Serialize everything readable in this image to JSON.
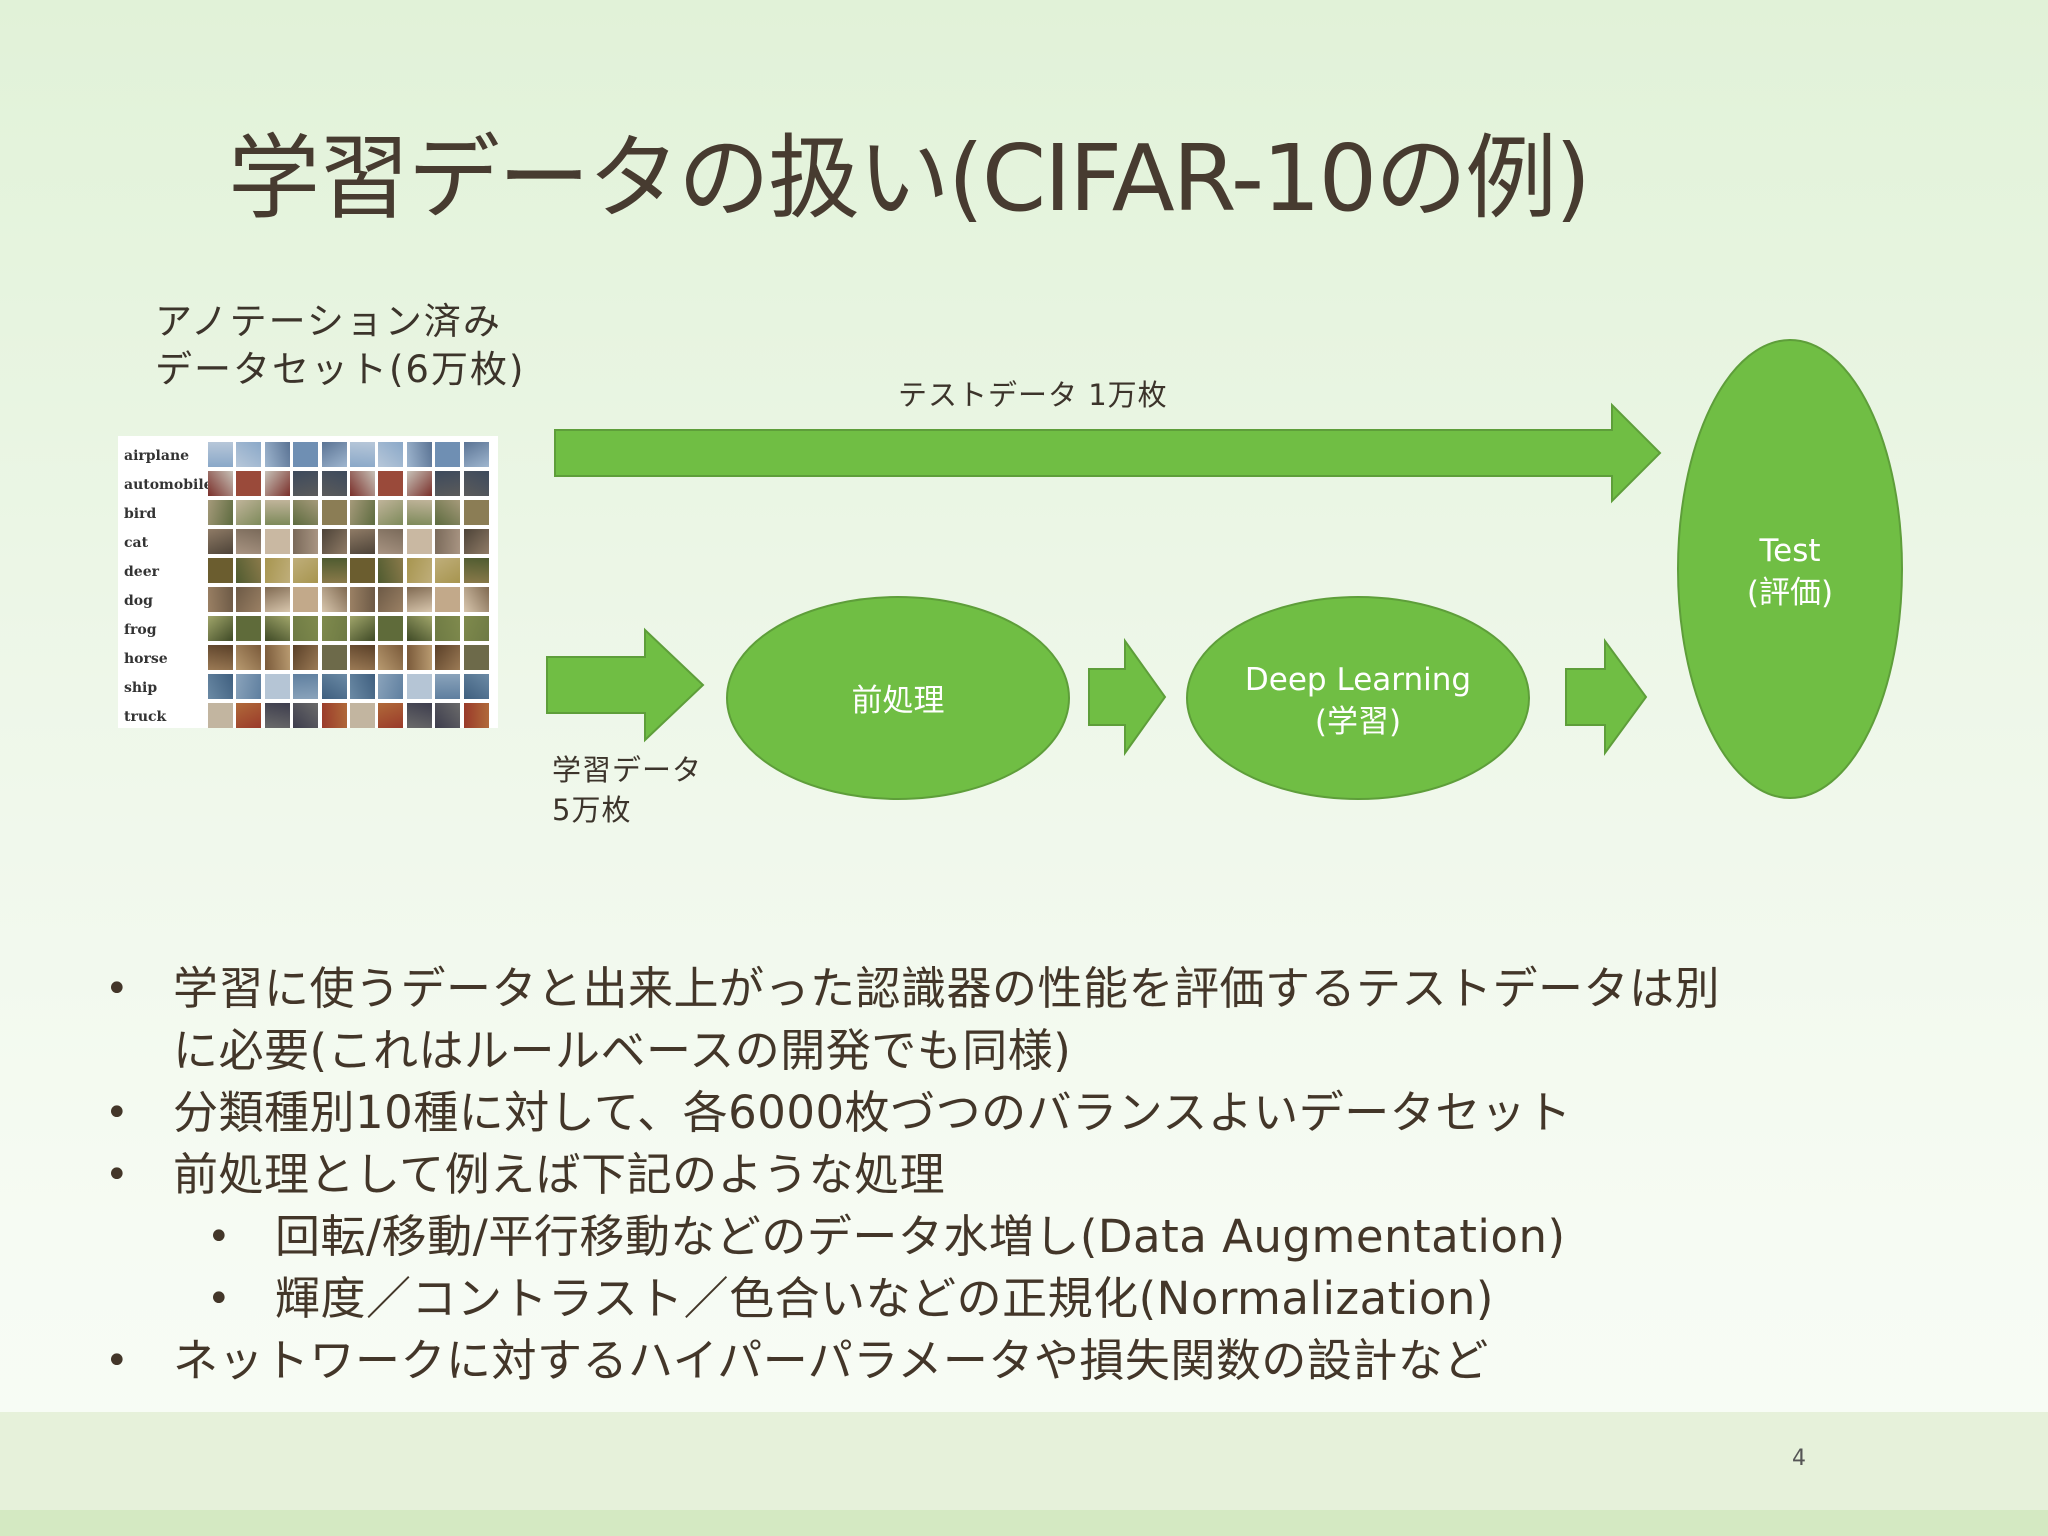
{
  "slide": {
    "title": "学習データの扱い(CIFAR-10の例)",
    "page_number": "4"
  },
  "dataset_label": {
    "line1": "アノテーション済み",
    "line2": "データセット(6万枚)"
  },
  "cifar_classes": [
    "airplane",
    "automobile",
    "bird",
    "cat",
    "deer",
    "dog",
    "frog",
    "horse",
    "ship",
    "truck"
  ],
  "diagram": {
    "test_data_label": "テストデータ 1万枚",
    "train_data_label_line1": "学習データ",
    "train_data_label_line2": "5万枚",
    "preprocess": "前処理",
    "deep_learning_line1": "Deep Learning",
    "deep_learning_line2": "(学習)",
    "test_line1": "Test",
    "test_line2": "(評価)",
    "shape_color": "#70be44",
    "shape_border": "#5e9e3a"
  },
  "bullets": [
    "学習に使うデータと出来上がった認識器の性能を評価するテストデータは別",
    "に必要(これはルールベースの開発でも同様)",
    "分類種別10種に対して、各6000枚づつのバランスよいデータセット",
    "前処理として例えば下記のような処理",
    "回転/移動/平行移動などのデータ水増し(Data Augmentation)",
    "輝度／コントラスト／色合いなどの正規化(Normalization)",
    "ネットワークに対するハイパーパラメータや損失関数の設計など"
  ]
}
